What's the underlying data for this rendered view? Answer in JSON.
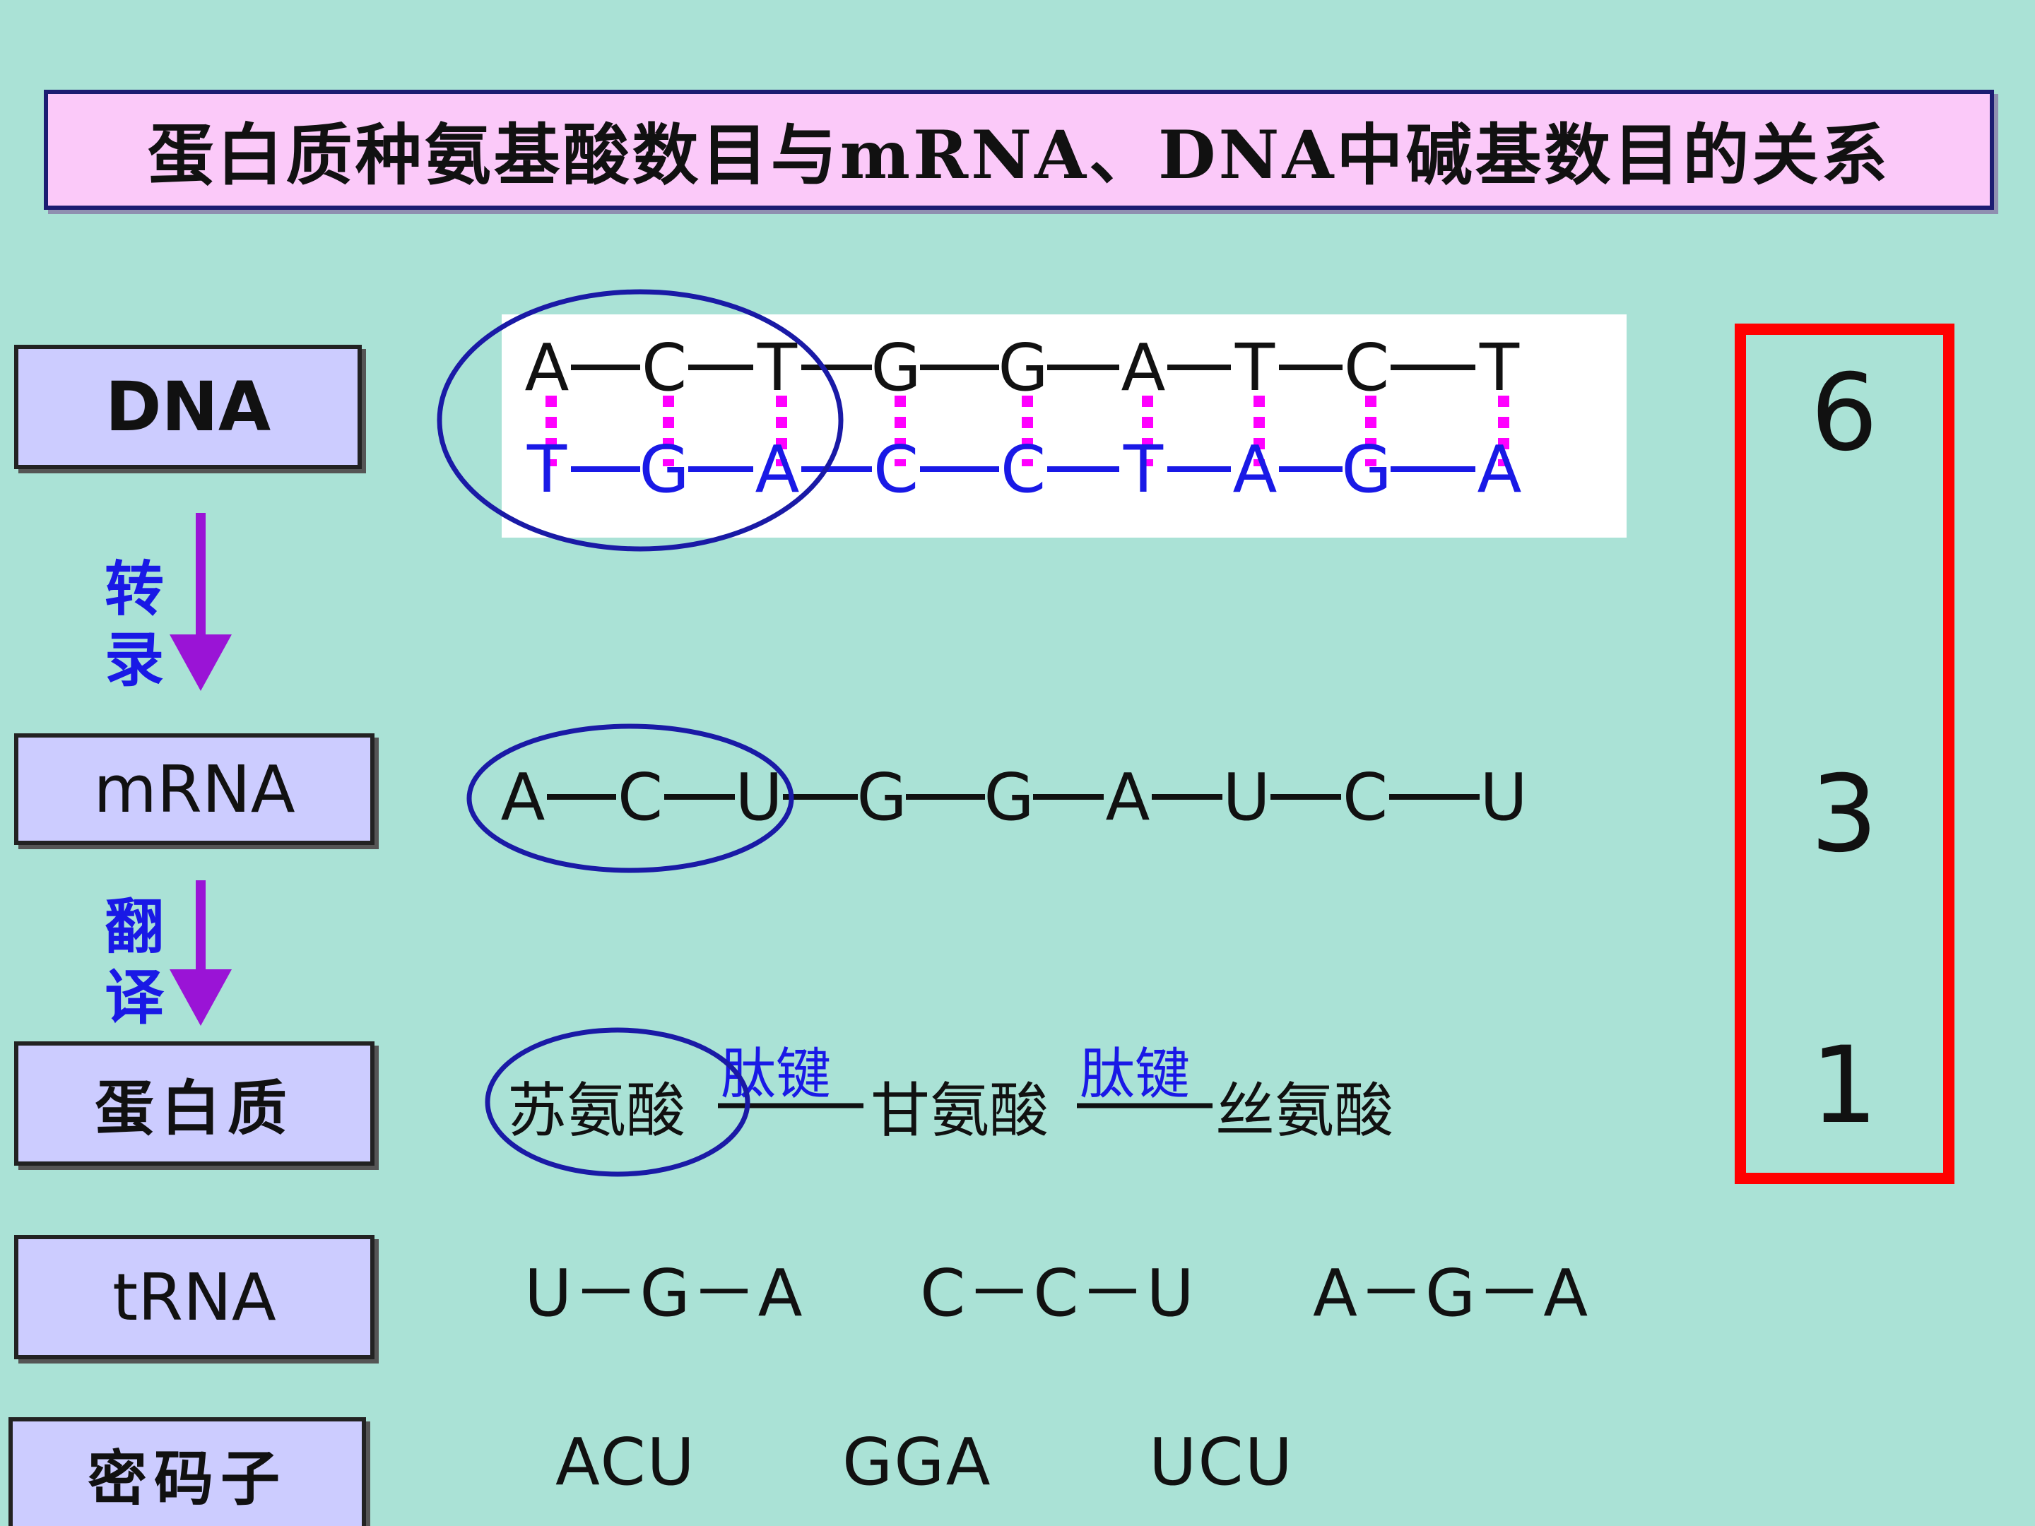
{
  "title": "蛋白质种氨基酸数目与mRNA、DNA中碱基数目的关系",
  "labels": {
    "dna": "DNA",
    "mrna": "mRNA",
    "protein": "蛋白质",
    "trna": "tRNA",
    "codon": "密码子"
  },
  "processes": {
    "transcription": [
      "转",
      "录"
    ],
    "translation": [
      "翻",
      "译"
    ]
  },
  "dna": {
    "top_strand": [
      "A",
      "C",
      "T",
      "G",
      "G",
      "A",
      "T",
      "C",
      "T"
    ],
    "bottom_strand": [
      "T",
      "G",
      "A",
      "C",
      "C",
      "T",
      "A",
      "G",
      "A"
    ]
  },
  "mrna": {
    "strand": [
      "A",
      "C",
      "U",
      "G",
      "G",
      "A",
      "U",
      "C",
      "U"
    ]
  },
  "protein": {
    "amino_acids": [
      "苏氨酸",
      "甘氨酸",
      "丝氨酸"
    ],
    "bond_label": "肽键"
  },
  "trna": {
    "anticodons": [
      "U－G－A",
      "C－C－U",
      "A－G－A"
    ]
  },
  "codons": [
    "ACU",
    "GGA",
    "UCU"
  ],
  "ratio": [
    "6",
    "3",
    "1"
  ],
  "colors": {
    "background": "#aae2d6",
    "title_fill": "#fbc9f9",
    "label_fill": "#ccccff",
    "complement_strand": "#1919e6",
    "hydrogen_bond": "#ff00ff",
    "ellipse": "#1a1aa6",
    "arrow": "#9a14d6",
    "ratio_frame": "#ff0000"
  }
}
